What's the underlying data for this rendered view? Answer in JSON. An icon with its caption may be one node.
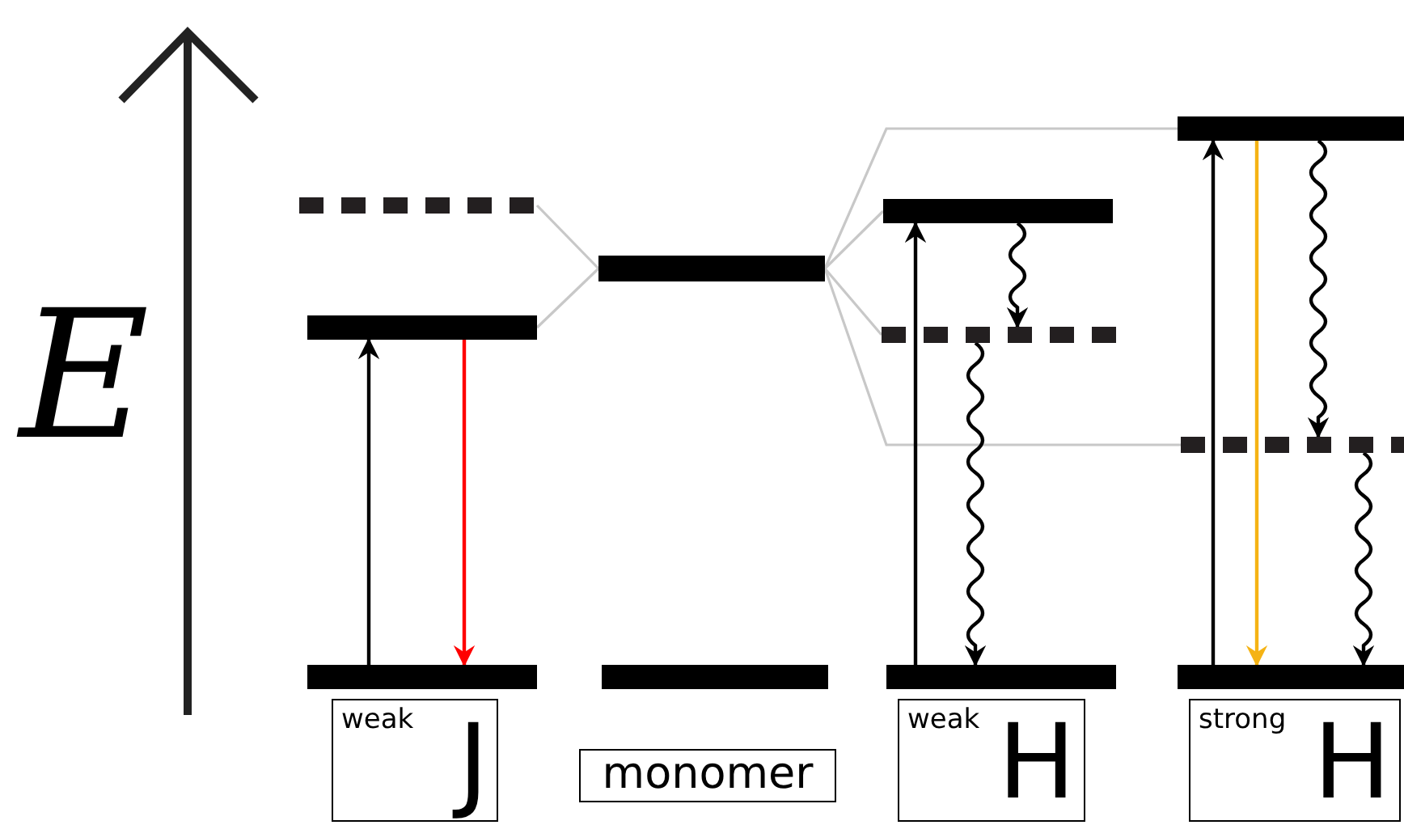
{
  "diagram": {
    "nodes": [
      {
        "text": [
          "weak",
          "J"
        ]
      },
      {
        "text": [
          "monomer"
        ]
      },
      {
        "text": [
          "weak",
          "H"
        ]
      },
      {
        "text": [
          "strong",
          "H"
        ]
      },
      {
        "text": [],
        "shape": "bar"
      },
      {
        "text": [],
        "shape": "bar"
      },
      {
        "text": [],
        "shape": "bar"
      },
      {
        "text": [],
        "shape": "bar"
      },
      {
        "text": [],
        "shape": "bar"
      },
      {
        "text": [],
        "shape": "bar"
      },
      {
        "text": [],
        "shape": "bar"
      },
      {
        "text": [],
        "shape": "bar"
      },
      {
        "text": [],
        "shape": "bar"
      },
      {
        "text": [],
        "shape": "bar"
      },
      {
        "text": [],
        "shape": "bar"
      }
    ],
    "edges": [
      {
        "from": 4,
        "to": 7,
        "arrow": "none",
        "color": "#c8c8c8"
      },
      {
        "from": 5,
        "to": 7,
        "arrow": "none",
        "color": "#c8c8c8"
      },
      {
        "from": 7,
        "to": 9,
        "arrow": "none",
        "color": "#c8c8c8"
      },
      {
        "from": 7,
        "to": 10,
        "arrow": "none",
        "color": "#c8c8c8"
      },
      {
        "from": 7,
        "to": 12,
        "arrow": "none",
        "color": "#c8c8c8"
      },
      {
        "from": 7,
        "to": 13,
        "arrow": "none",
        "color": "#c8c8c8"
      },
      {
        "from": 6,
        "to": 5,
        "arrow": "to"
      },
      {
        "from": 5,
        "to": 6,
        "arrow": "to",
        "color": "#ff0000"
      },
      {
        "from": 11,
        "to": 9,
        "arrow": "to"
      },
      {
        "from": 9,
        "to": 10,
        "arrow": "to"
      },
      {
        "from": 10,
        "to": 11,
        "arrow": "to"
      },
      {
        "from": 14,
        "to": 12,
        "arrow": "to"
      },
      {
        "from": 12,
        "to": 14,
        "arrow": "to",
        "color": "#f5b314"
      },
      {
        "from": 12,
        "to": 13,
        "arrow": "to"
      },
      {
        "from": 13,
        "to": 14,
        "arrow": "to"
      }
    ],
    "labels": [
      "E"
    ]
  }
}
